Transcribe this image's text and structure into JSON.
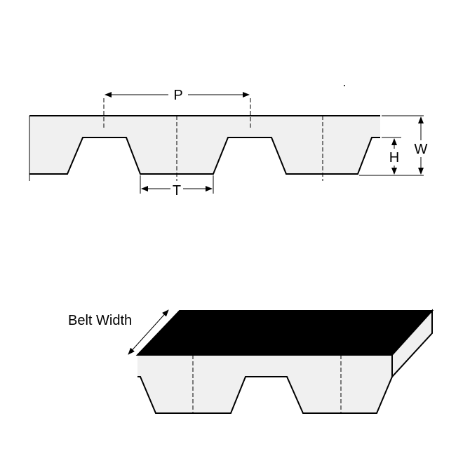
{
  "labels": {
    "pitch": "P",
    "tooth_width": "T",
    "tooth_height": "H",
    "belt_thickness": "W",
    "belt_width": "Belt Width"
  },
  "colors": {
    "belt_fill": "#f0f0f0",
    "belt_top": "#000000",
    "outline": "#000000"
  }
}
